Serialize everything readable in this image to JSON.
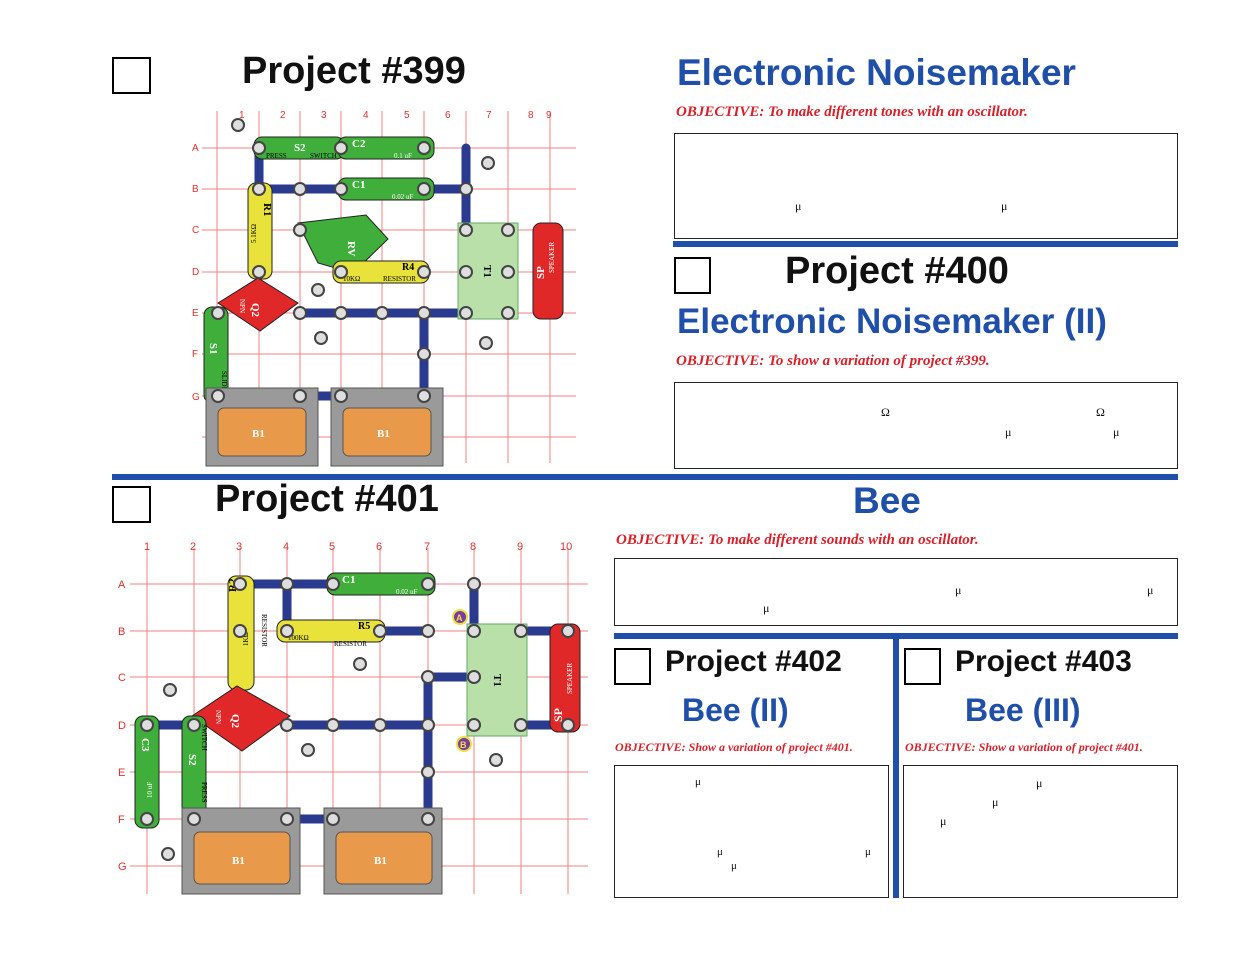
{
  "p399": {
    "title": "Project #399",
    "name": "Electronic Noisemaker",
    "objective": "OBJECTIVE:  To make different tones with an oscillator.",
    "mu1": "μ",
    "mu2": "μ",
    "col_labels": [
      "1",
      "2",
      "3",
      "4",
      "5",
      "6",
      "7",
      "8",
      "9"
    ],
    "row_labels": [
      "A",
      "B",
      "C",
      "D",
      "E",
      "F",
      "G"
    ],
    "parts": {
      "s2": "S2",
      "press": "PRESS",
      "switch": "SWITCH",
      "c2": "C2",
      "c2v": "0.1 uF",
      "c1": "C1",
      "c1v": "0.02 uF",
      "r1": "R1",
      "r1v": "5.1KΩ",
      "resistor": "RESISTOR",
      "rv": "RV",
      "r4": "R4",
      "r4v": "10KΩ",
      "q2": "Q2",
      "npn": "NPN",
      "t1": "T1",
      "sp": "SP",
      "speaker": "SPEAKER",
      "s1": "S1",
      "slide": "SLIDE",
      "b1": "B1"
    }
  },
  "p400": {
    "title": "Project #400",
    "name": "Electronic Noisemaker (II)",
    "objective": "OBJECTIVE:  To show a variation of project #399.",
    "ohm1": "Ω",
    "ohm2": "Ω",
    "mu1": "μ",
    "mu2": "μ"
  },
  "p401": {
    "title": "Project #401",
    "name": "Bee",
    "objective": "OBJECTIVE:  To make different sounds with an oscillator.",
    "mu1": "μ",
    "mu2": "μ",
    "mu3": "μ",
    "col_labels": [
      "1",
      "2",
      "3",
      "4",
      "5",
      "6",
      "7",
      "8",
      "9",
      "10"
    ],
    "row_labels": [
      "A",
      "B",
      "C",
      "D",
      "E",
      "F",
      "G"
    ],
    "parts": {
      "c1": "C1",
      "c1v": "0.02 uF",
      "r2": "R2",
      "r2v": "1KΩ",
      "resistor": "RESISTOR",
      "r5": "R5",
      "r5v": "100KΩ",
      "q2": "Q2",
      "npn": "NPN",
      "t1": "T1",
      "sp": "SP",
      "speaker": "SPEAKER",
      "c3": "C3",
      "c3v": "10 uF",
      "s2": "S2",
      "press": "PRESS",
      "switch": "SWITCH",
      "b1": "B1",
      "a": "A",
      "b": "B"
    }
  },
  "p402": {
    "title": "Project #402",
    "name": "Bee (II)",
    "objective": "OBJECTIVE:  Show a variation of project #401.",
    "mu1": "μ",
    "mu2": "μ",
    "mu3": "μ",
    "mu4": "μ"
  },
  "p403": {
    "title": "Project #403",
    "name": "Bee (III)",
    "objective": "OBJECTIVE:  Show a variation of project #401.",
    "mu1": "μ",
    "mu2": "μ",
    "mu3": "μ"
  },
  "colors": {
    "blue": "#1f4fa8",
    "red": "#d8202a",
    "grid": "#f08080"
  }
}
